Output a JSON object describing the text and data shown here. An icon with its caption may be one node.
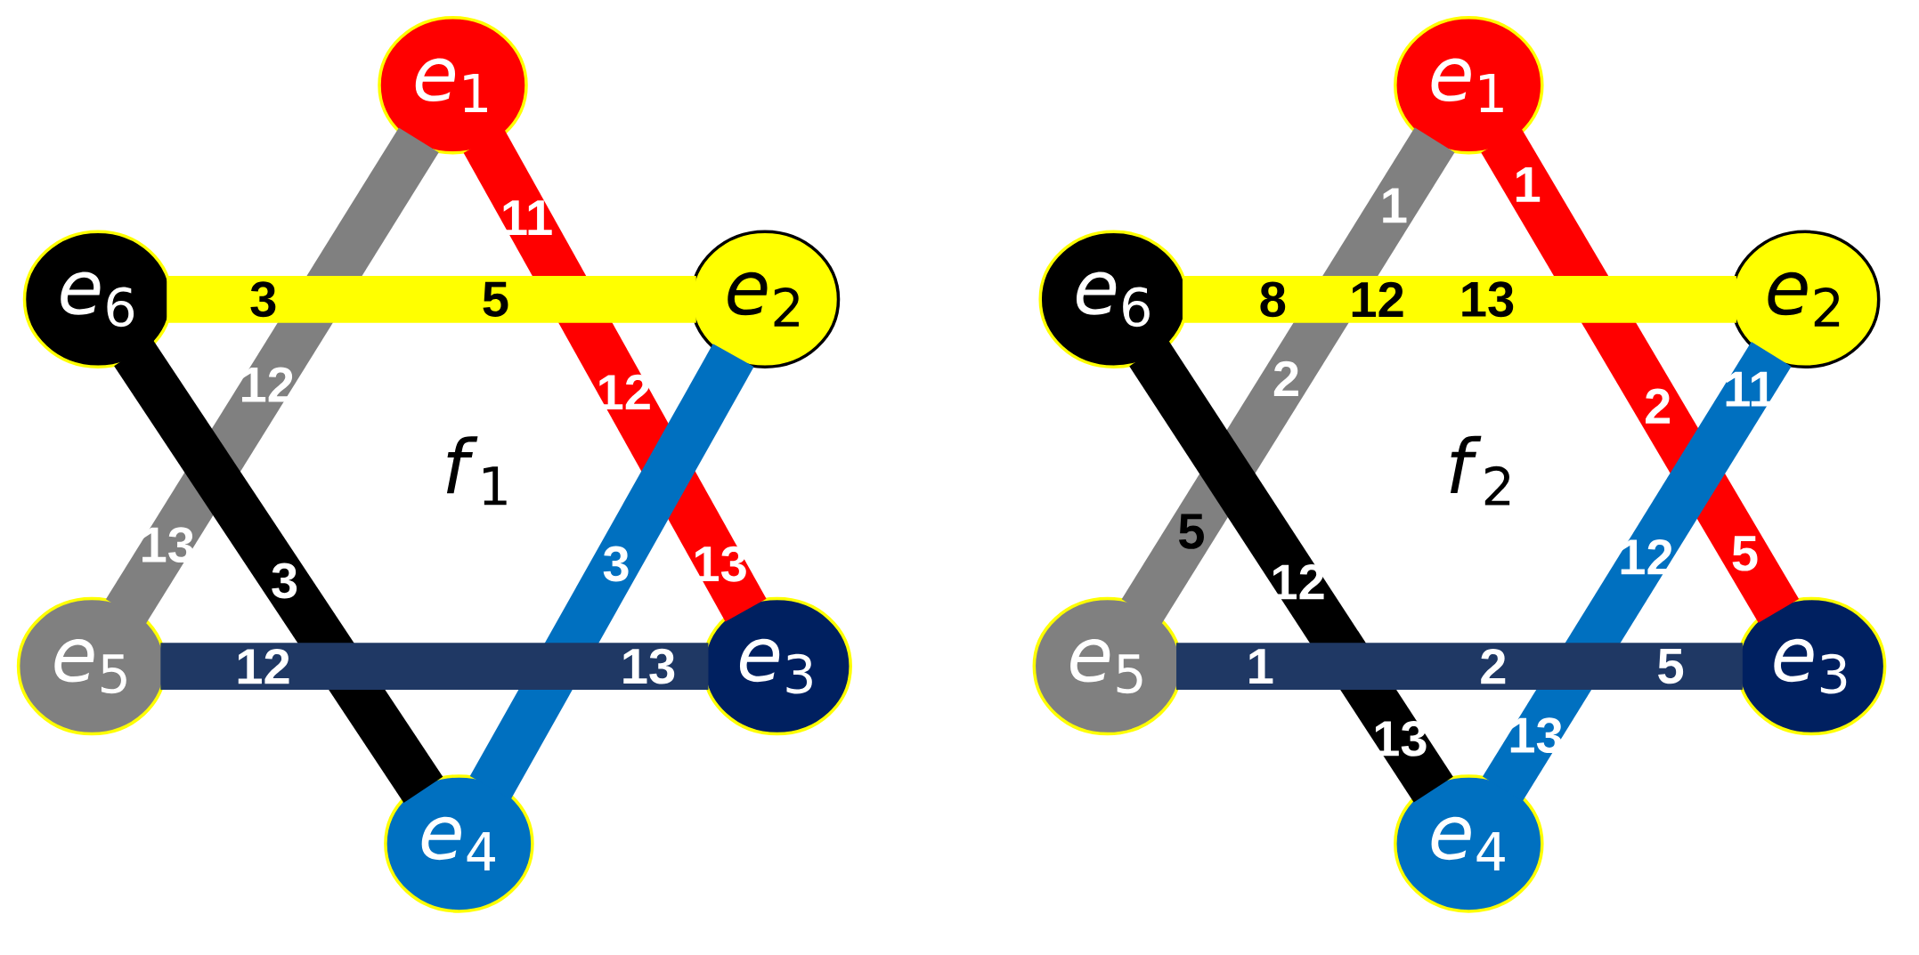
{
  "diagram": {
    "nodes": [
      {
        "text": [
          "*e*$_{1}$"
        ]
      },
      {
        "text": [
          "*e*$_{2}$"
        ]
      },
      {
        "text": [
          "*e*$_{3}$"
        ]
      },
      {
        "text": [
          "*e*$_{4}$"
        ]
      },
      {
        "text": [
          "*e*$_{5}$"
        ]
      },
      {
        "text": [
          "*e*$_{6}$"
        ]
      },
      {
        "text": [
          "*e*$_{1}$"
        ]
      },
      {
        "text": [
          "*e*$_{2}$"
        ]
      },
      {
        "text": [
          "*e*$_{3}$"
        ]
      },
      {
        "text": [
          "*e*$_{4}$"
        ]
      },
      {
        "text": [
          "*e*$_{5}$"
        ]
      },
      {
        "text": [
          "*e*$_{6}$"
        ]
      }
    ],
    "edges": [
      {
        "from": 0,
        "to": 4,
        "arrow": "none",
        "color": "#808080"
      },
      {
        "from": 0,
        "to": 2,
        "arrow": "none",
        "color": "#ff0000"
      },
      {
        "from": 5,
        "to": 1,
        "arrow": "none",
        "color": "#ffff00"
      },
      {
        "from": 1,
        "to": 3,
        "arrow": "none",
        "color": "#0070c0"
      },
      {
        "from": 5,
        "to": 3,
        "arrow": "none",
        "color": "#000000"
      },
      {
        "from": 4,
        "to": 2,
        "arrow": "none",
        "color": "#1f3864"
      },
      {
        "from": 6,
        "to": 10,
        "arrow": "none",
        "color": "#808080"
      },
      {
        "from": 6,
        "to": 8,
        "arrow": "none",
        "color": "#ff0000"
      },
      {
        "from": 11,
        "to": 7,
        "arrow": "none",
        "color": "#ffff00"
      },
      {
        "from": 7,
        "to": 9,
        "arrow": "none",
        "color": "#0070c0"
      },
      {
        "from": 11,
        "to": 9,
        "arrow": "none",
        "color": "#000000"
      },
      {
        "from": 10,
        "to": 8,
        "arrow": "none",
        "color": "#1f3864"
      }
    ],
    "labels": [
      "11",
      "3",
      "5",
      "12",
      "12",
      "*f*$_{1}$",
      "13",
      "3",
      "3",
      "13",
      "12",
      "13",
      "1",
      "1",
      "8",
      "12",
      "13",
      "2",
      "2",
      "11",
      "*f*$_{2}$",
      "5",
      "12",
      "12",
      "5",
      "1",
      "2",
      "5",
      "13",
      "13"
    ]
  }
}
